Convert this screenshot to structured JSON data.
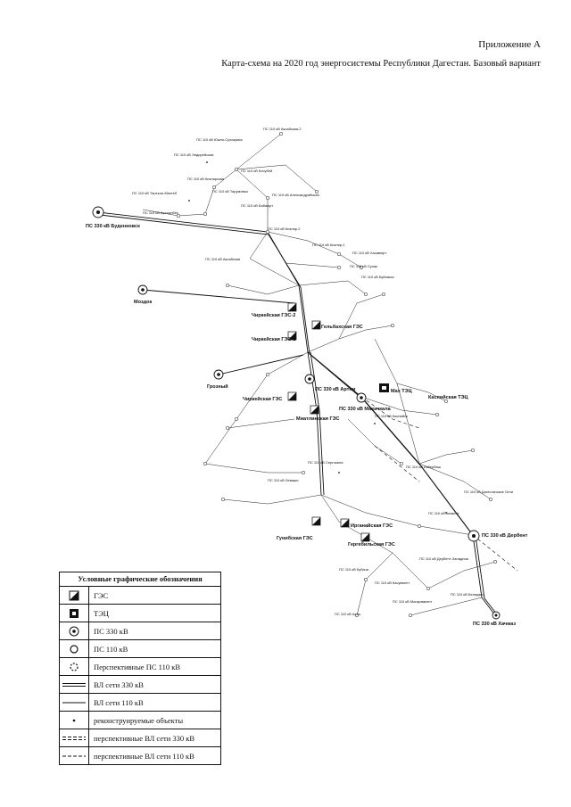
{
  "header": {
    "appendix": "Приложение А",
    "title": "Карта-схема на 2020 год энергосистемы Республики Дагестан. Базовый вариант"
  },
  "map": {
    "big_labels": [
      {
        "id": "budennovsk",
        "text": "ПС 330 кВ Буденновск"
      },
      {
        "id": "mozdok",
        "text": "Моздок"
      },
      {
        "id": "grozny",
        "text": "Грозный"
      },
      {
        "id": "chirkey",
        "text": "Чиркейская ГЭС"
      },
      {
        "id": "chirkey2",
        "text": "Чиркейская ГЭС-2"
      },
      {
        "id": "chirkey1",
        "text": "Чиркейская ГЭС-1"
      },
      {
        "id": "gelbakh",
        "text": "Гельбахская ГЭС"
      },
      {
        "id": "miatli",
        "text": "Миатлинская ГЭС"
      },
      {
        "id": "artem",
        "text": "ПС 330 кВ Артем"
      },
      {
        "id": "makhachkala",
        "text": "ПС 330 кВ Махачкала"
      },
      {
        "id": "makh_tec",
        "text": "Мах ТЭЦ"
      },
      {
        "id": "kaspiysk_tec",
        "text": "Каспийская ТЭЦ"
      },
      {
        "id": "gunib",
        "text": "Гунибская ГЭС"
      },
      {
        "id": "irganai",
        "text": "Ирганайская ГЭС"
      },
      {
        "id": "gergebil",
        "text": "Гергебильская ГЭС"
      },
      {
        "id": "derbent",
        "text": "ПС 330 кВ Дербент"
      },
      {
        "id": "khachmaz",
        "text": "ПС 330 кВ Хачмаз"
      }
    ],
    "small_labels": [
      "ПС 110 кВ Аксайская-2",
      "ПС 110 кВ Южно-Сухокумск",
      "ПС 110 кВ Эндирейская",
      "ПС 110 кВ Кочубей",
      "ПС 110 кВ Кизлярская",
      "ПС 110 кВ Тарумовка",
      "ПС 110 кВ Терекли-Мектеб",
      "ПС 110 кВ Александрийская",
      "ПС 110 кВ Арсланбек",
      "ПС 110 кВ Бабаюрт",
      "ПС 110 кВ Кизляр-2",
      "ПС 110 кВ Кизляр-1",
      "ПС 110 кВ Хасавюрт",
      "ПС 110 кВ Аксайская",
      "ПС 110 кВ Сулак",
      "ПС 110 кВ Буйнакск",
      "ПС 110 кВ Каспийск",
      "ПС 110 кВ Дербент-Западная",
      "ПС 110 кВ Избербаш",
      "ПС 110 кВ Каякент",
      "ПС 110 кВ Сергокала",
      "ПС 110 кВ Леваши",
      "ПС 110 кВ Касумкент",
      "ПС 110 кВ Ахты",
      "ПС 110 кВ Белиджи",
      "ПС 110 кВ Магарамкент",
      "ПС 110 кВ Кубачи",
      "ПС 110 кВ Дагестанские Огни"
    ]
  },
  "legend": {
    "title": "Условные графические обозначения",
    "items": [
      {
        "icon": "hydro-plant-icon",
        "label": "ГЭС"
      },
      {
        "icon": "thermal-plant-icon",
        "label": "ТЭЦ"
      },
      {
        "icon": "substation-330-icon",
        "label": "ПС 330 кВ"
      },
      {
        "icon": "substation-110-icon",
        "label": "ПС 110 кВ"
      },
      {
        "icon": "prospective-substation-icon",
        "label": "Перспективные ПС 110 кВ"
      },
      {
        "icon": "line-330-icon",
        "label": "ВЛ сети 330 кВ"
      },
      {
        "icon": "line-110-icon",
        "label": "ВЛ сети 110 кВ"
      },
      {
        "icon": "reconstructed-icon",
        "label": "реконструируемые объекты"
      },
      {
        "icon": "prospective-line-330-icon",
        "label": "перспективные ВЛ сети 330 кВ"
      },
      {
        "icon": "prospective-line-110-icon",
        "label": "перспективные ВЛ сети 110 кВ"
      }
    ]
  }
}
